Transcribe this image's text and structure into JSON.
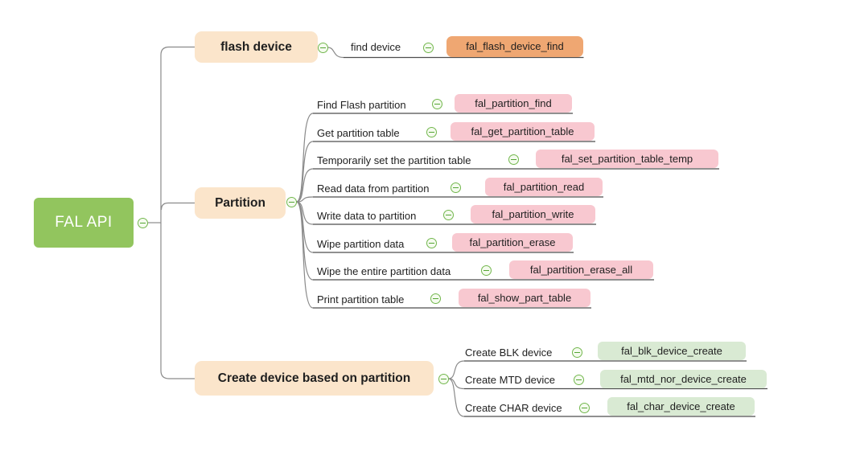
{
  "root": {
    "label": "FAL API"
  },
  "branches": [
    {
      "label": "flash device",
      "children": [
        {
          "label": "find device",
          "api": "fal_flash_device_find"
        }
      ]
    },
    {
      "label": "Partition",
      "children": [
        {
          "label": "Find Flash partition",
          "api": "fal_partition_find"
        },
        {
          "label": "Get partition table",
          "api": "fal_get_partition_table"
        },
        {
          "label": "Temporarily set the partition table",
          "api": "fal_set_partition_table_temp"
        },
        {
          "label": "Read data from partition",
          "api": "fal_partition_read"
        },
        {
          "label": "Write data to partition",
          "api": "fal_partition_write"
        },
        {
          "label": "Wipe partition data",
          "api": "fal_partition_erase"
        },
        {
          "label": "Wipe the entire partition data",
          "api": "fal_partition_erase_all"
        },
        {
          "label": "Print partition table",
          "api": "fal_show_part_table"
        }
      ]
    },
    {
      "label": "Create device based on partition",
      "children": [
        {
          "label": "Create BLK device",
          "api": "fal_blk_device_create"
        },
        {
          "label": "Create MTD device",
          "api": "fal_mtd_nor_device_create"
        },
        {
          "label": "Create CHAR device",
          "api": "fal_char_device_create"
        }
      ]
    }
  ],
  "icons": {
    "collapse": "minus-circle"
  },
  "colors": {
    "root_bg": "#92C55E",
    "branch_bg": "#FBE5CB",
    "flash_api_bg": "#EFA772",
    "partition_api_bg": "#F8C8D0",
    "create_api_bg": "#D9EAD3",
    "line": "#8A8A8A",
    "underline": "#4E4E4E",
    "collapse_border": "#72B74D",
    "collapse_dash": "#55A635",
    "collapse_fill": "#F5FBEF",
    "text": "#1F1F1F",
    "root_text": "#FFFFFF"
  }
}
